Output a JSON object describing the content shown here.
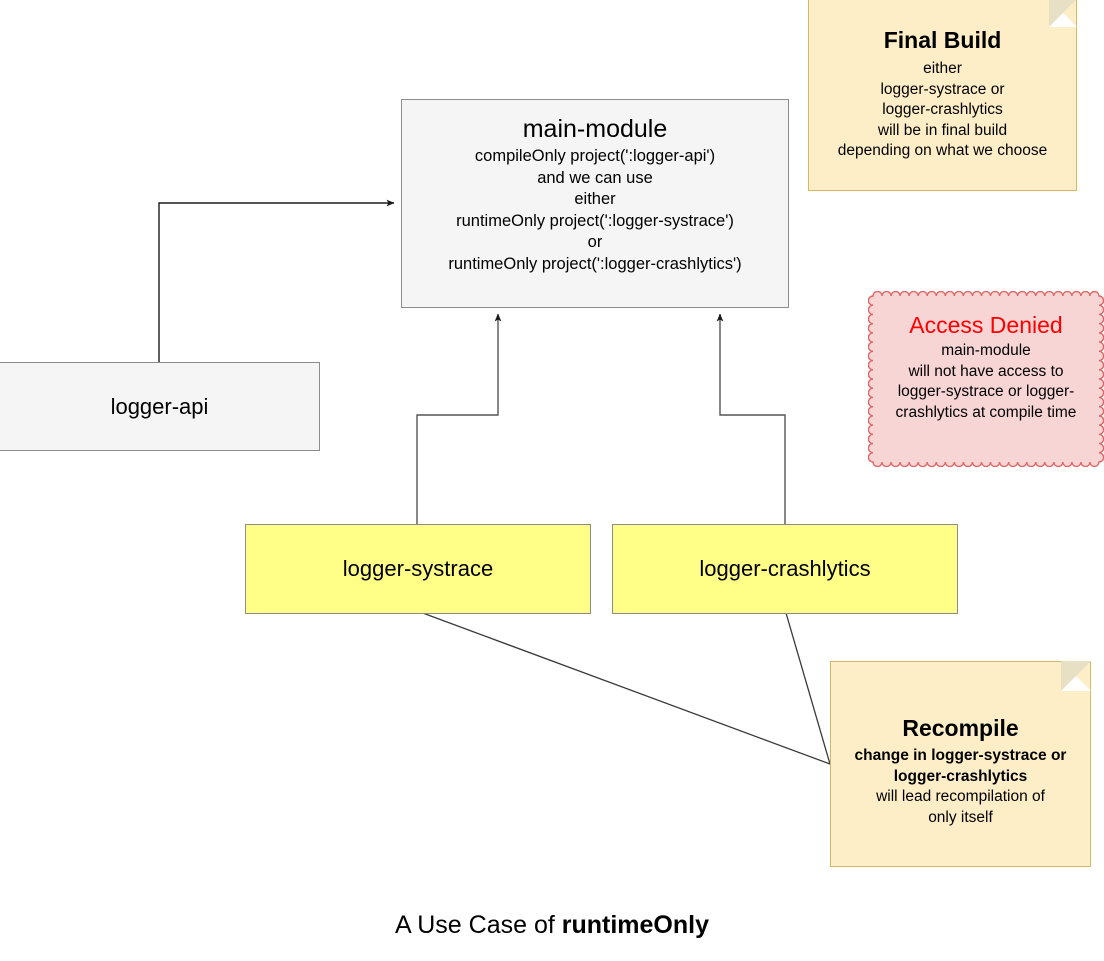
{
  "diagram": {
    "caption_prefix": "A Use Case of ",
    "caption_emphasis": "runtimeOnly",
    "colors": {
      "module_fill": "#f5f5f5",
      "module_stroke": "#8c8c8c",
      "leaf_fill": "#ffff88",
      "note_fill": "#fdeec8",
      "note_stroke": "#d4b964",
      "denied_fill": "#f8d5d5",
      "denied_stroke": "#e06666",
      "denied_title": "#ff0000",
      "connector": "#404040"
    },
    "nodes": {
      "main_module": {
        "title": "main-module",
        "lines": [
          "compileOnly project(':logger-api')",
          "and we can use",
          "either",
          "runtimeOnly project(':logger-systrace')",
          "or",
          "runtimeOnly project(':logger-crashlytics')"
        ]
      },
      "logger_api": {
        "title": "logger-api"
      },
      "logger_systrace": {
        "title": "logger-systrace"
      },
      "logger_crashlytics": {
        "title": "logger-crashlytics"
      }
    },
    "notes": {
      "final_build": {
        "title": "Final Build",
        "lines": [
          "either",
          "logger-systrace or",
          "logger-crashlytics",
          "will be in final build",
          "depending on what we choose"
        ]
      },
      "access_denied": {
        "title": "Access Denied",
        "lines": [
          "main-module",
          "will not have access to",
          "logger-systrace or logger-",
          "crashlytics at compile time"
        ]
      },
      "recompile": {
        "title": "Recompile",
        "lines": [
          {
            "text": "change in logger-systrace or",
            "bold": true
          },
          {
            "text": "logger-crashlytics",
            "bold": true
          },
          {
            "text": "will lead recompilation of",
            "bold": false
          },
          {
            "text": "only itself",
            "bold": false
          }
        ]
      }
    },
    "edges": [
      {
        "from": "logger-api",
        "to": "main-module",
        "kind": "arrow"
      },
      {
        "from": "logger-systrace",
        "to": "main-module",
        "kind": "arrow"
      },
      {
        "from": "logger-crashlytics",
        "to": "main-module",
        "kind": "arrow"
      },
      {
        "from": "logger-systrace",
        "to": "recompile-note",
        "kind": "line"
      },
      {
        "from": "logger-crashlytics",
        "to": "recompile-note",
        "kind": "line"
      }
    ]
  }
}
